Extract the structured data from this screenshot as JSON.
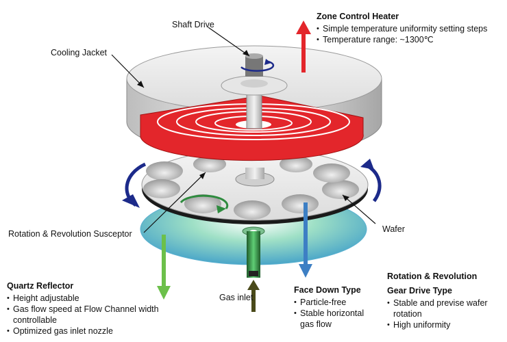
{
  "labels": {
    "shaft_drive": "Shaft Drive",
    "cooling_jacket": "Cooling Jacket",
    "susceptor": "Rotation & Revolution Susceptor",
    "wafer": "Wafer",
    "gas_inlet": "Gas inlet"
  },
  "zone_heater": {
    "title": "Zone Control Heater",
    "items": [
      "Simple temperature uniformity setting steps",
      "Temperature range: ~1300℃"
    ]
  },
  "quartz": {
    "title": "Quartz Reflector",
    "items": [
      "Height adjustable",
      "Gas flow speed at Flow Channel width",
      "controllable",
      "Optimized gas inlet nozzle"
    ]
  },
  "face_down": {
    "title": "Face Down Type",
    "items": [
      "Particle-free",
      "Stable horizontal",
      "gas flow"
    ]
  },
  "rotation": {
    "title_line1": "Rotation & Revolution",
    "title_line2": "Gear Drive Type",
    "items": [
      "Stable and previse wafer",
      "rotation",
      "High uniformity"
    ]
  },
  "colors": {
    "heater_red": "#e3262b",
    "arrow_blue": "#1c2a8a",
    "flow_green": "#6cc04a",
    "flow_blue": "#3d7fc4",
    "inlet_arrow": "#4a4a1a"
  }
}
